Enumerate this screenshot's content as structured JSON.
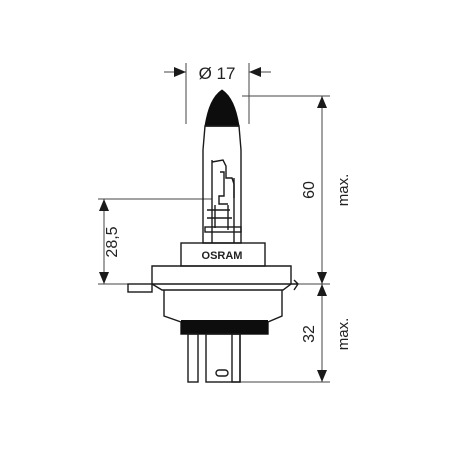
{
  "drawing": {
    "diameter_label": "Ø 17",
    "brand_label": "OSRAM",
    "height_overall_label": "60",
    "height_overall_qualifier": "max.",
    "height_lower_label": "32",
    "height_lower_qualifier": "max.",
    "filament_height_label": "28,5"
  },
  "colors": {
    "line": "#1a1a1a",
    "cap": "#0d0d0d",
    "glass": "#ffffff"
  }
}
